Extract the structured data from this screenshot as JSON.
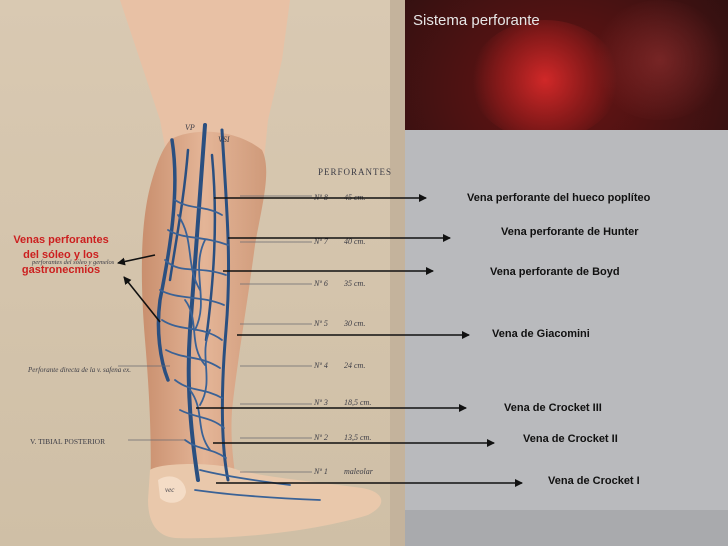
{
  "title": "Sistema perforante",
  "left_label": "Venas perforantes del sóleo y los gastronecmios",
  "vein_labels": [
    "Vena perforante del hueco poplíteo",
    "Vena perforante de Hunter",
    "Vena perforante de Boyd",
    "Vena de Giacomini",
    "Vena de Crocket III",
    "Vena de Crocket II",
    "Vena de Crocket I"
  ],
  "atlas": {
    "vp": "VP",
    "vsi": "VSI",
    "header": "PERFORANTES",
    "rows": [
      {
        "num": "Nº 8",
        "dist": "45 cm."
      },
      {
        "num": "Nº 7",
        "dist": "40 cm."
      },
      {
        "num": "Nº 6",
        "dist": "35 cm."
      },
      {
        "num": "Nº 5",
        "dist": "30 cm."
      },
      {
        "num": "Nº 4",
        "dist": "24 cm."
      },
      {
        "num": "Nº 3",
        "dist": "18,5 cm."
      },
      {
        "num": "Nº 2",
        "dist": "13,5 cm."
      },
      {
        "num": "Nº 1",
        "dist": "maleolar"
      }
    ],
    "left_notes": [
      "perforantes del sóleo y gemelos",
      "Perforante directa de la v. safena ex.",
      "V. TIBIAL POSTERIOR"
    ],
    "vec": "vec"
  },
  "colors": {
    "vein": "#2a4f80",
    "label_red": "#cc1f1f",
    "panel": "#b9babd",
    "title": "#e6e6e6"
  }
}
